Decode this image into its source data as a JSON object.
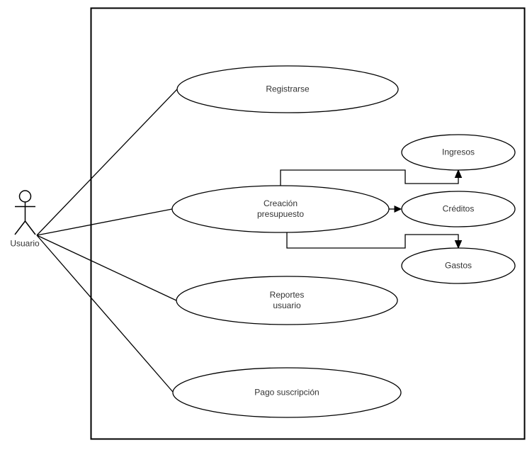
{
  "diagram": {
    "kind": "uml-use-case-diagram",
    "actor": {
      "label": "Usuario"
    },
    "use_cases": {
      "registrarse": {
        "label": "Registrarse"
      },
      "creacion_presupuesto": {
        "label": "Creación\npresupuesto"
      },
      "ingresos": {
        "label": "Ingresos"
      },
      "creditos": {
        "label": "Créditos"
      },
      "gastos": {
        "label": "Gastos"
      },
      "reportes_usuario": {
        "label": "Reportes\nusuario"
      },
      "pago_suscripcion": {
        "label": "Pago suscripción"
      }
    },
    "relations": [
      {
        "from": "Usuario",
        "to": "Registrarse",
        "style": "line"
      },
      {
        "from": "Usuario",
        "to": "Creación presupuesto",
        "style": "line"
      },
      {
        "from": "Usuario",
        "to": "Reportes usuario",
        "style": "line"
      },
      {
        "from": "Usuario",
        "to": "Pago suscripción",
        "style": "line"
      },
      {
        "from": "Creación presupuesto",
        "to": "Ingresos",
        "style": "elbow-arrow"
      },
      {
        "from": "Creación presupuesto",
        "to": "Créditos",
        "style": "straight-arrow"
      },
      {
        "from": "Creación presupuesto",
        "to": "Gastos",
        "style": "elbow-arrow"
      }
    ],
    "colors": {
      "stroke": "#000000",
      "shape_fill": "#ffffff",
      "label_text": "#333333",
      "background": "#ffffff"
    }
  }
}
